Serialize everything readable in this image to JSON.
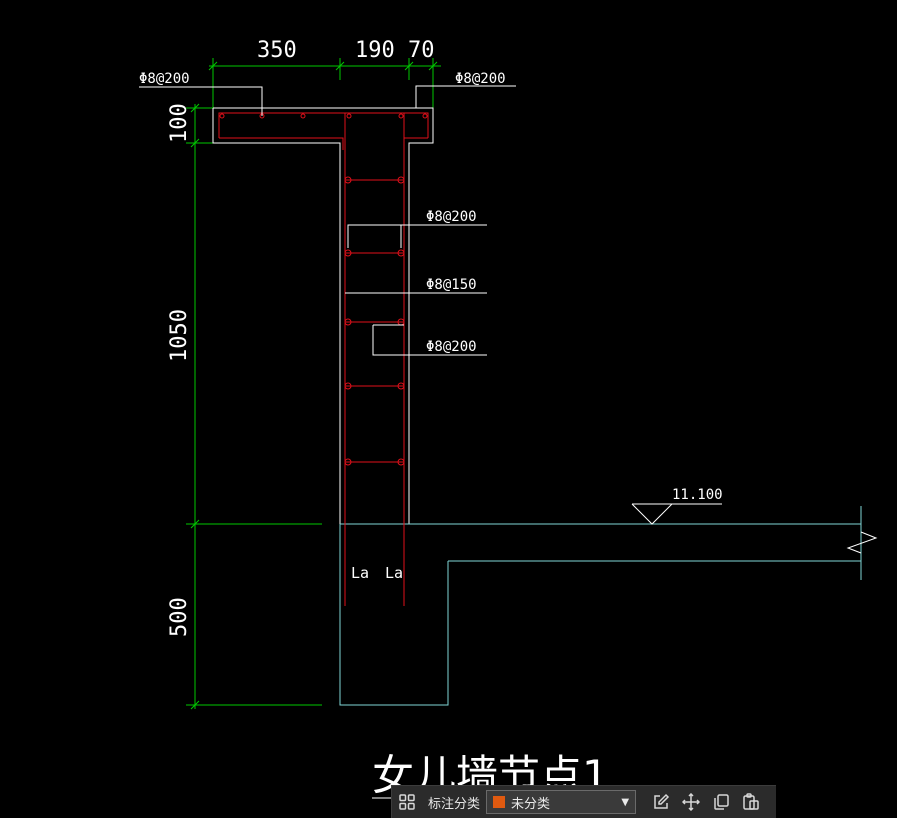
{
  "drawing": {
    "dimensions": {
      "top": [
        "350",
        "190",
        "70"
      ],
      "left": [
        "100",
        "1050",
        "500"
      ]
    },
    "rebar_tags": {
      "top_left": "Φ8@200",
      "top_right": "Φ8@200",
      "mid_1": "Φ8@200",
      "mid_2": "Φ8@150",
      "mid_3": "Φ8@200"
    },
    "anchorage_labels": [
      "La",
      "La"
    ],
    "elevation": "11.100",
    "title": "女儿墙节点1",
    "colors": {
      "background": "#000000",
      "dimension": "#00c800",
      "concrete_outline": "#ffffff",
      "slab_outline": "#7fd6d6",
      "rebar": "#e0101a",
      "text": "#ffffff"
    }
  },
  "toolbar": {
    "category_label": "标注分类",
    "category_value": "未分类",
    "category_color": "#e05a10",
    "icons": [
      "grid-icon",
      "edit-icon",
      "move-icon",
      "copy-icon",
      "paste-icon"
    ]
  }
}
